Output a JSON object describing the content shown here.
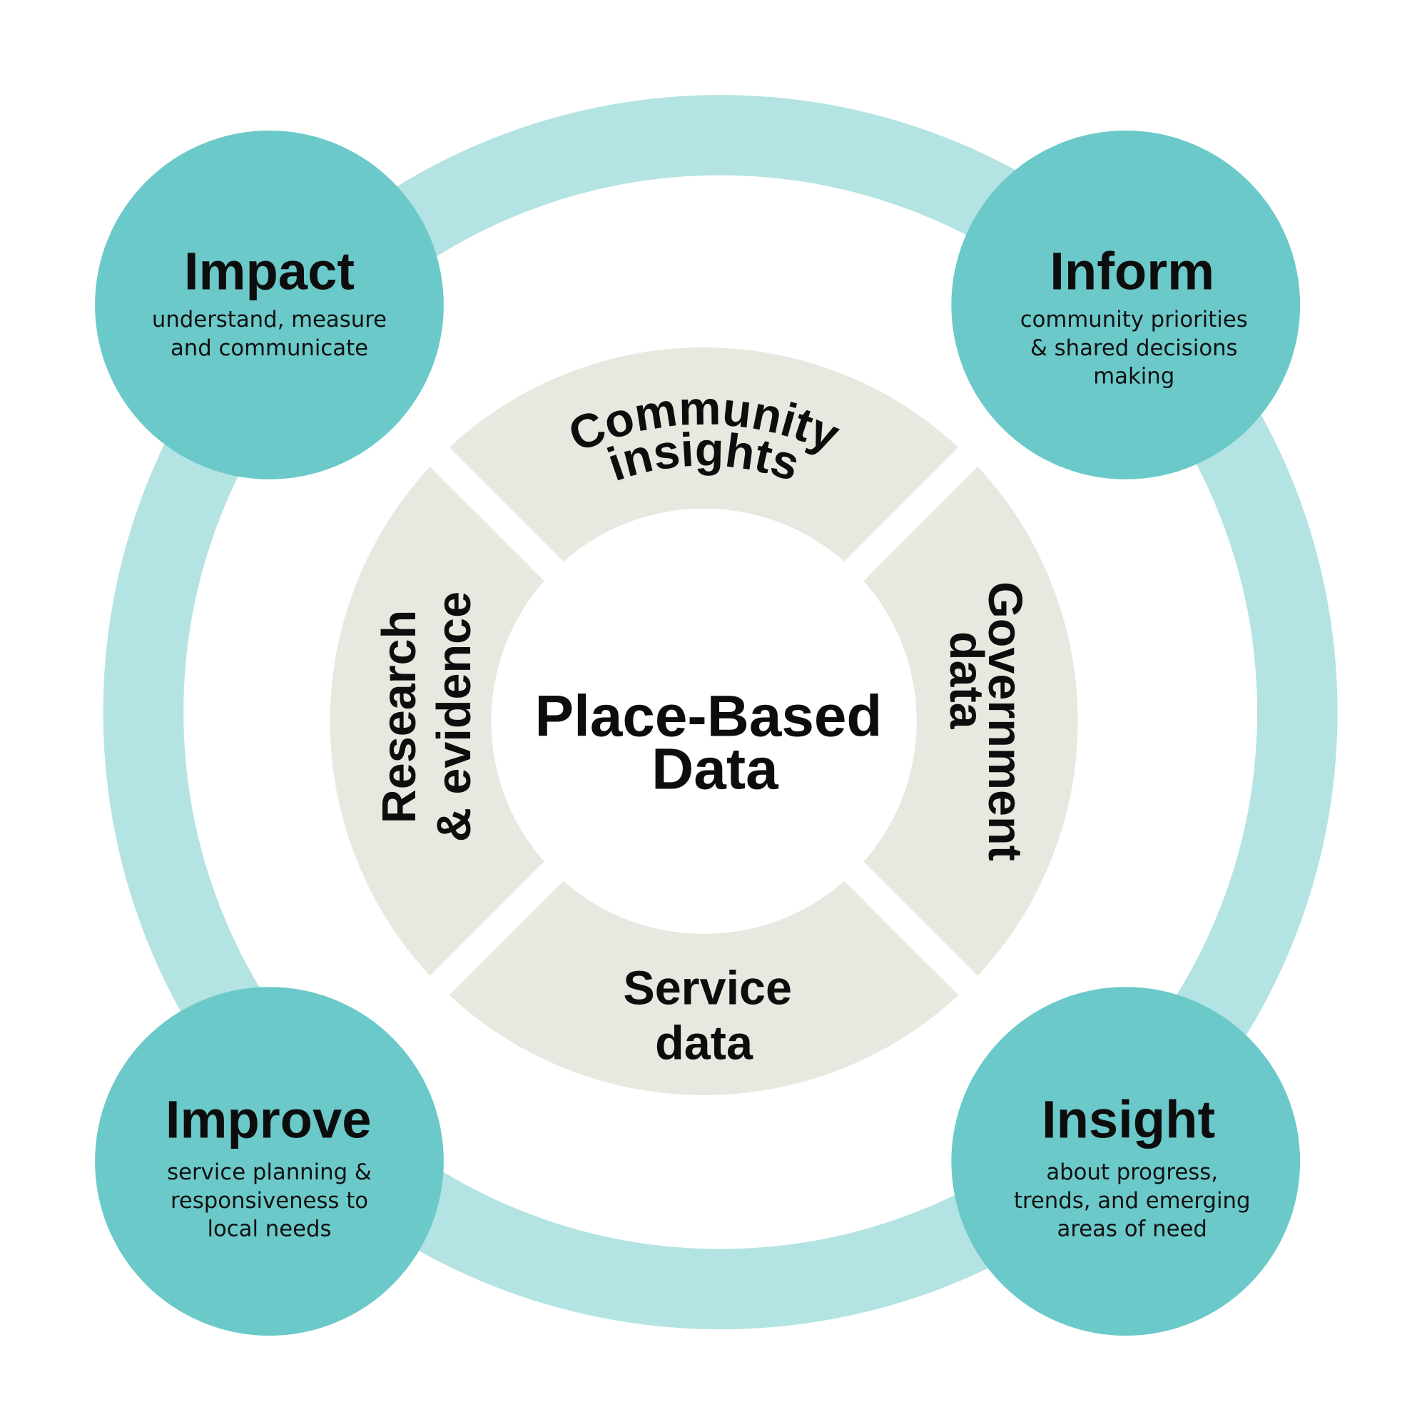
{
  "center": {
    "line1": "Place-Based",
    "line2": "Data"
  },
  "segments": {
    "top": {
      "line1": "Community",
      "line2": "insights"
    },
    "right": {
      "line1": "Government",
      "line2": "data"
    },
    "bottom": {
      "line1": "Service",
      "line2": "data"
    },
    "left": {
      "line1": "Research",
      "line2": "& evidence"
    }
  },
  "outcomes": [
    {
      "title": "Impact",
      "lines": [
        "understand, measure",
        "and communicate"
      ]
    },
    {
      "title": "Inform",
      "lines": [
        "community priorities",
        "& shared decisions",
        "making"
      ]
    },
    {
      "title": "Improve",
      "lines": [
        "service planning &",
        "responsiveness to",
        "local needs"
      ]
    },
    {
      "title": "Insight",
      "lines": [
        "about progress,",
        "trends, and emerging",
        "areas of need"
      ]
    }
  ],
  "colors": {
    "ring": "#b3e3e2",
    "circle": "#6cc9c9",
    "segment": "#e8e8e0",
    "text": "#0d0d0d"
  }
}
